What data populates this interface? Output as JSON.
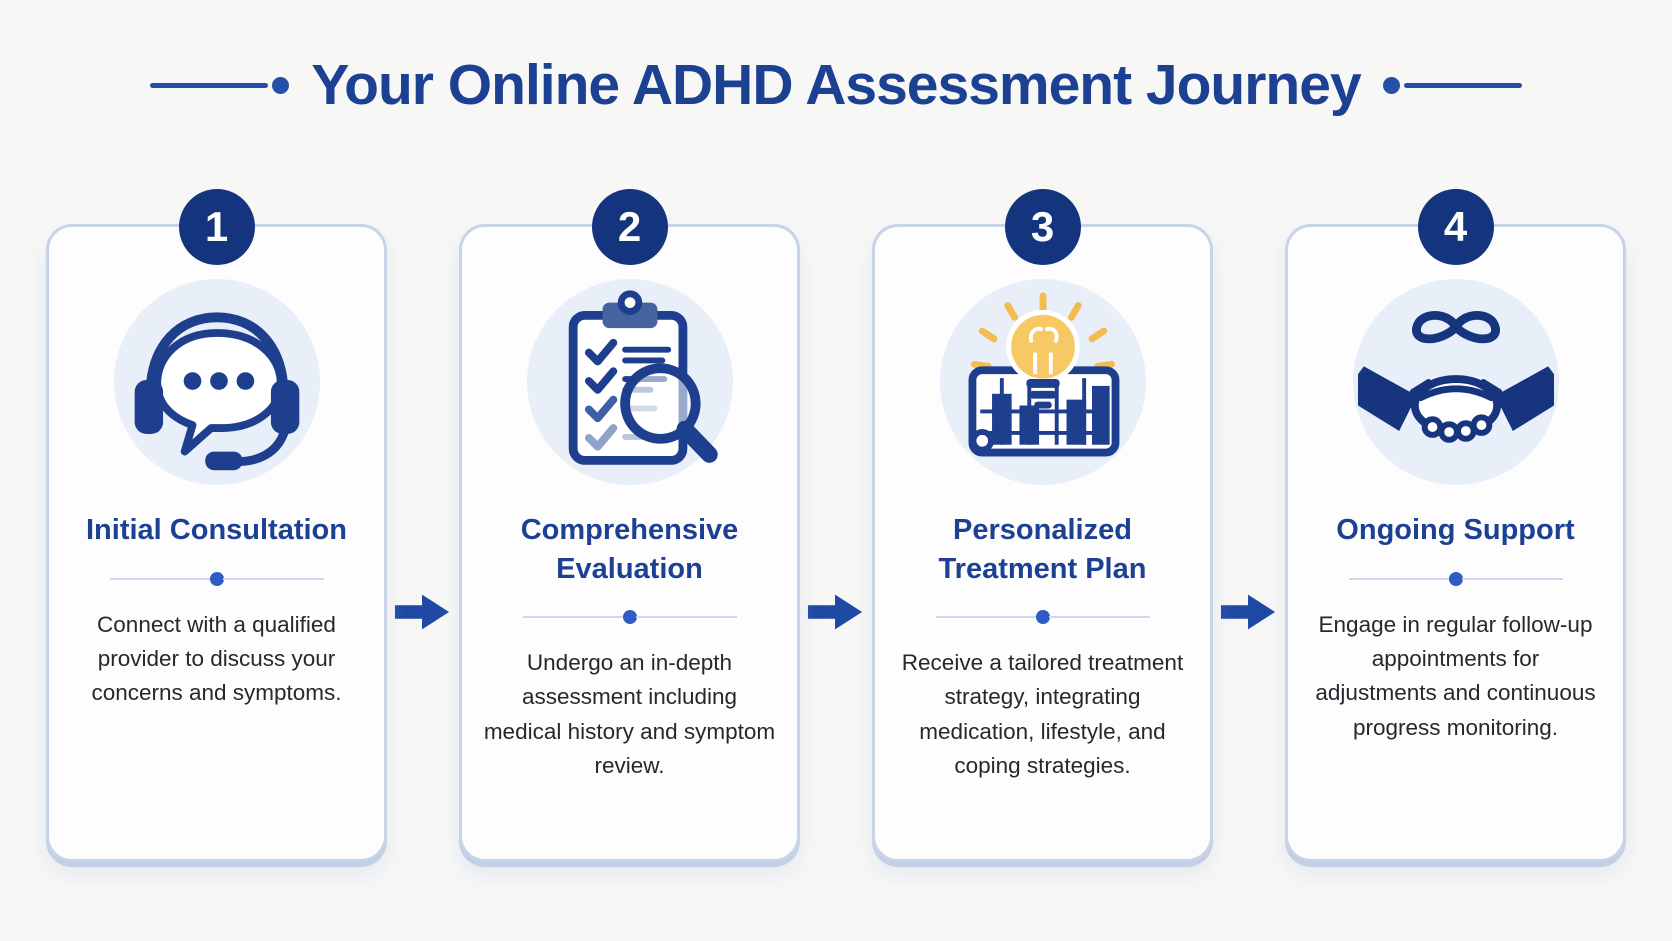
{
  "header": {
    "title": "Your Online ADHD Assessment Journey"
  },
  "steps": [
    {
      "number": "1",
      "icon": "headset-chat-icon",
      "title": "Initial Consultation",
      "description": "Connect with a qualified provider to discuss your concerns and symptoms."
    },
    {
      "number": "2",
      "icon": "clipboard-checklist-magnifier-icon",
      "title": "Comprehensive Evaluation",
      "description": "Undergo an in-depth assessment including medical history and symptom review."
    },
    {
      "number": "3",
      "icon": "blueprint-lightbulb-icon",
      "title": "Personalized Treatment Plan",
      "description": "Receive a tailored treatment strategy, integrating medication, lifestyle, and coping strategies."
    },
    {
      "number": "4",
      "icon": "infinity-handshake-icon",
      "title": "Ongoing Support",
      "description": "Engage in regular follow-up appointments for adjustments and continuous progress monitoring."
    }
  ],
  "colors": {
    "badge_navy": "#14357e",
    "title_blue": "#1d4192",
    "accent_blue": "#2450a8",
    "divider_dot_blue": "#2e5bc4",
    "card_border": "#c7d3e6",
    "icon_circle_bg": "#e9eff8",
    "body_text": "#27272e",
    "background": "#f7f7f6",
    "bulb_yellow": "#f6c965",
    "arrow_blue": "#1e4aa5"
  }
}
